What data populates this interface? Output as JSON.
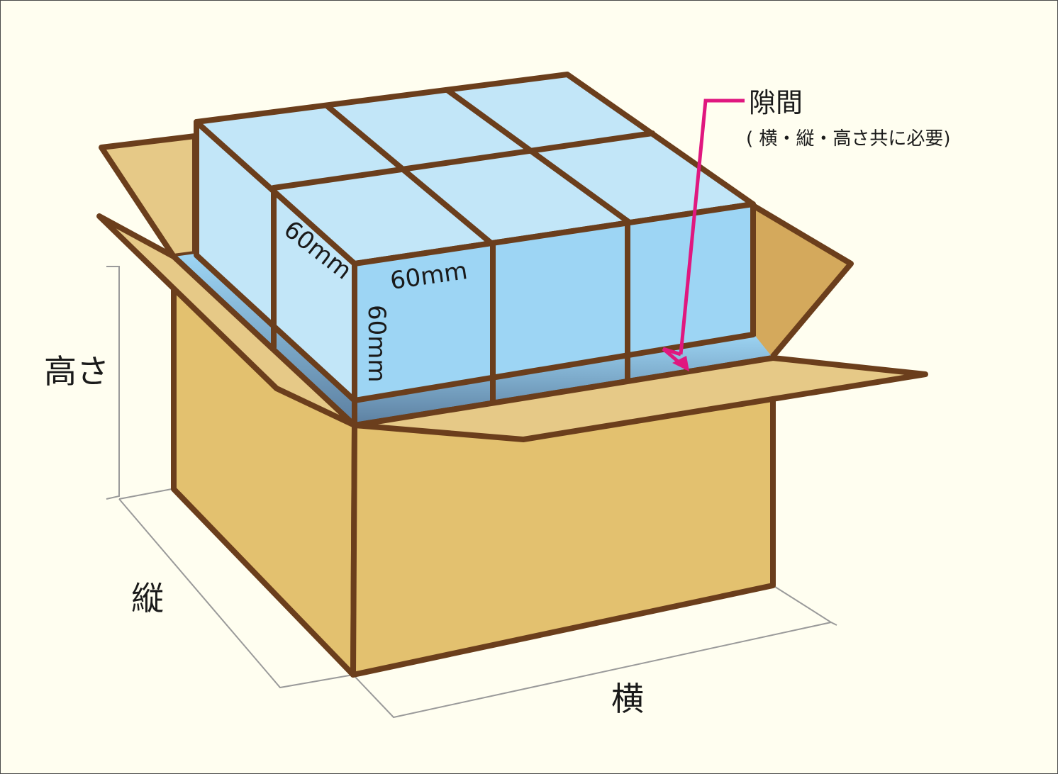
{
  "labels": {
    "height": "高さ",
    "depth": "縦",
    "width": "横",
    "dim_top_side": "60mm",
    "dim_top_front": "60mm",
    "dim_front_height": "60mm",
    "gap_title": "隙間",
    "gap_note": "( 横・縦・高さ共に必要)"
  },
  "colors": {
    "background": "#fffef0",
    "outline": "#6b3e1c",
    "cardboard": "#e3c16f",
    "cardboard_light": "#e6c987",
    "cardboard_dark": "#d4a95c",
    "item_light": "#c2e6f8",
    "item_front": "#9dd5f4",
    "callout": "#e0177f",
    "dimension_line": "#999999"
  }
}
